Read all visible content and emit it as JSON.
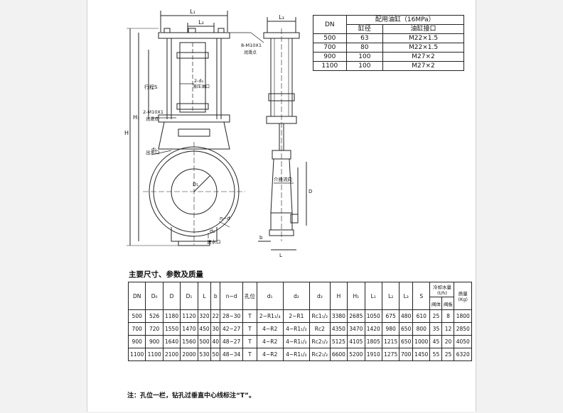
{
  "drawing": {
    "dims": {
      "L1": "L₁",
      "L2": "L₂",
      "L3": "L₃",
      "H": "H",
      "H1": "H₁",
      "S": "行程S",
      "D1": "D₁",
      "D": "D",
      "b": "b",
      "L": "L",
      "d1": "d₁",
      "d2": "d₂",
      "nd": "n−d"
    },
    "callouts": {
      "oil1": "2-d₃",
      "oil1_sub": "液压油口",
      "lub1": "2-M10X1",
      "lub1_sub": "润滑点",
      "lub2": "8-M10X1",
      "lub2_sub": "润滑点",
      "outlet": "出水口",
      "inlet": "进水口",
      "flow": "介质流向"
    }
  },
  "cylinder_table": {
    "header_dn": "DN",
    "header_group": "配用油缸（16MPa）",
    "col_bore": "缸径",
    "col_port": "油缸接口",
    "rows": [
      {
        "dn": "500",
        "bore": "63",
        "port": "M22×1.5"
      },
      {
        "dn": "700",
        "bore": "80",
        "port": "M22×1.5"
      },
      {
        "dn": "900",
        "bore": "100",
        "port": "M27×2"
      },
      {
        "dn": "1100",
        "bore": "100",
        "port": "M27×2"
      }
    ]
  },
  "main_table": {
    "title": "主要尺寸、参数及质量",
    "headers": [
      "DN",
      "D₀",
      "D",
      "D₁",
      "L",
      "b",
      "n−d",
      "孔位",
      "d₁",
      "d₂",
      "d₃",
      "H",
      "H₁",
      "L₁",
      "L₂",
      "L₃",
      "S"
    ],
    "cooling_header": "冷却水量",
    "cooling_unit": "(t/h)",
    "cooling_sub": [
      "阀体",
      "阀板"
    ],
    "mass_header": "质量",
    "mass_unit": "(Kg)",
    "rows": [
      [
        "500",
        "526",
        "1180",
        "1120",
        "320",
        "22",
        "28−30",
        "T",
        "2−R1₁/₄",
        "2−R1",
        "Rc1₁/₂",
        "3380",
        "2685",
        "1050",
        "675",
        "480",
        "610",
        "25",
        "8",
        "1800"
      ],
      [
        "700",
        "720",
        "1550",
        "1470",
        "450",
        "30",
        "42−27",
        "T",
        "4−R2",
        "4−R1₁/₂",
        "Rc2",
        "4350",
        "3470",
        "1420",
        "980",
        "650",
        "800",
        "35",
        "12",
        "2850"
      ],
      [
        "900",
        "900",
        "1640",
        "1560",
        "500",
        "40",
        "48−27",
        "T",
        "4−R2",
        "4−R1₁/₂",
        "Rc2₁/₂",
        "5125",
        "4105",
        "1805",
        "1215",
        "650",
        "1000",
        "45",
        "20",
        "4050"
      ],
      [
        "1100",
        "1100",
        "2100",
        "2000",
        "530",
        "50",
        "48−34",
        "T",
        "4−R2",
        "4−R1₁/₂",
        "Rc2₁/₂",
        "6600",
        "5200",
        "1910",
        "1275",
        "700",
        "1450",
        "55",
        "25",
        "6320"
      ]
    ]
  },
  "note": "注：孔位一栏，钻孔过垂直中心线标注“T”。"
}
